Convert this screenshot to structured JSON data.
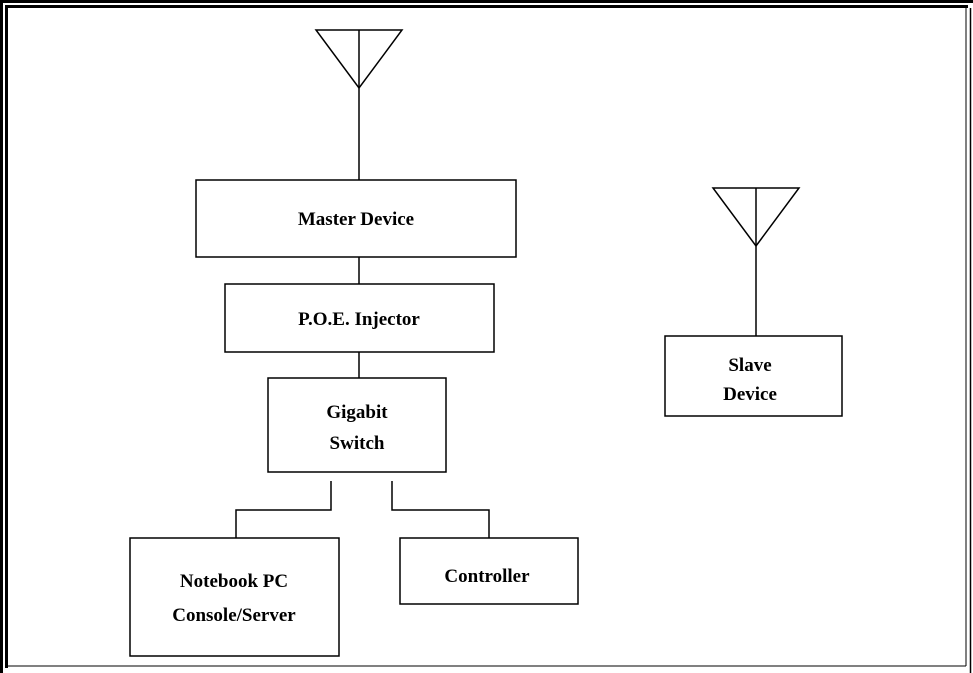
{
  "diagram": {
    "nodes": {
      "master": {
        "label": "Master Device"
      },
      "poe": {
        "label": "P.O.E. Injector"
      },
      "switch": {
        "line1": "Gigabit",
        "line2": "Switch"
      },
      "notebook": {
        "line1": "Notebook PC",
        "line2": "Console/Server"
      },
      "controller": {
        "label": "Controller"
      },
      "slave": {
        "line1": "Slave",
        "line2": "Device"
      }
    },
    "antenna_icons": [
      "antenna-icon",
      "antenna-icon"
    ],
    "colors": {
      "stroke": "#000000",
      "background": "#ffffff"
    }
  }
}
